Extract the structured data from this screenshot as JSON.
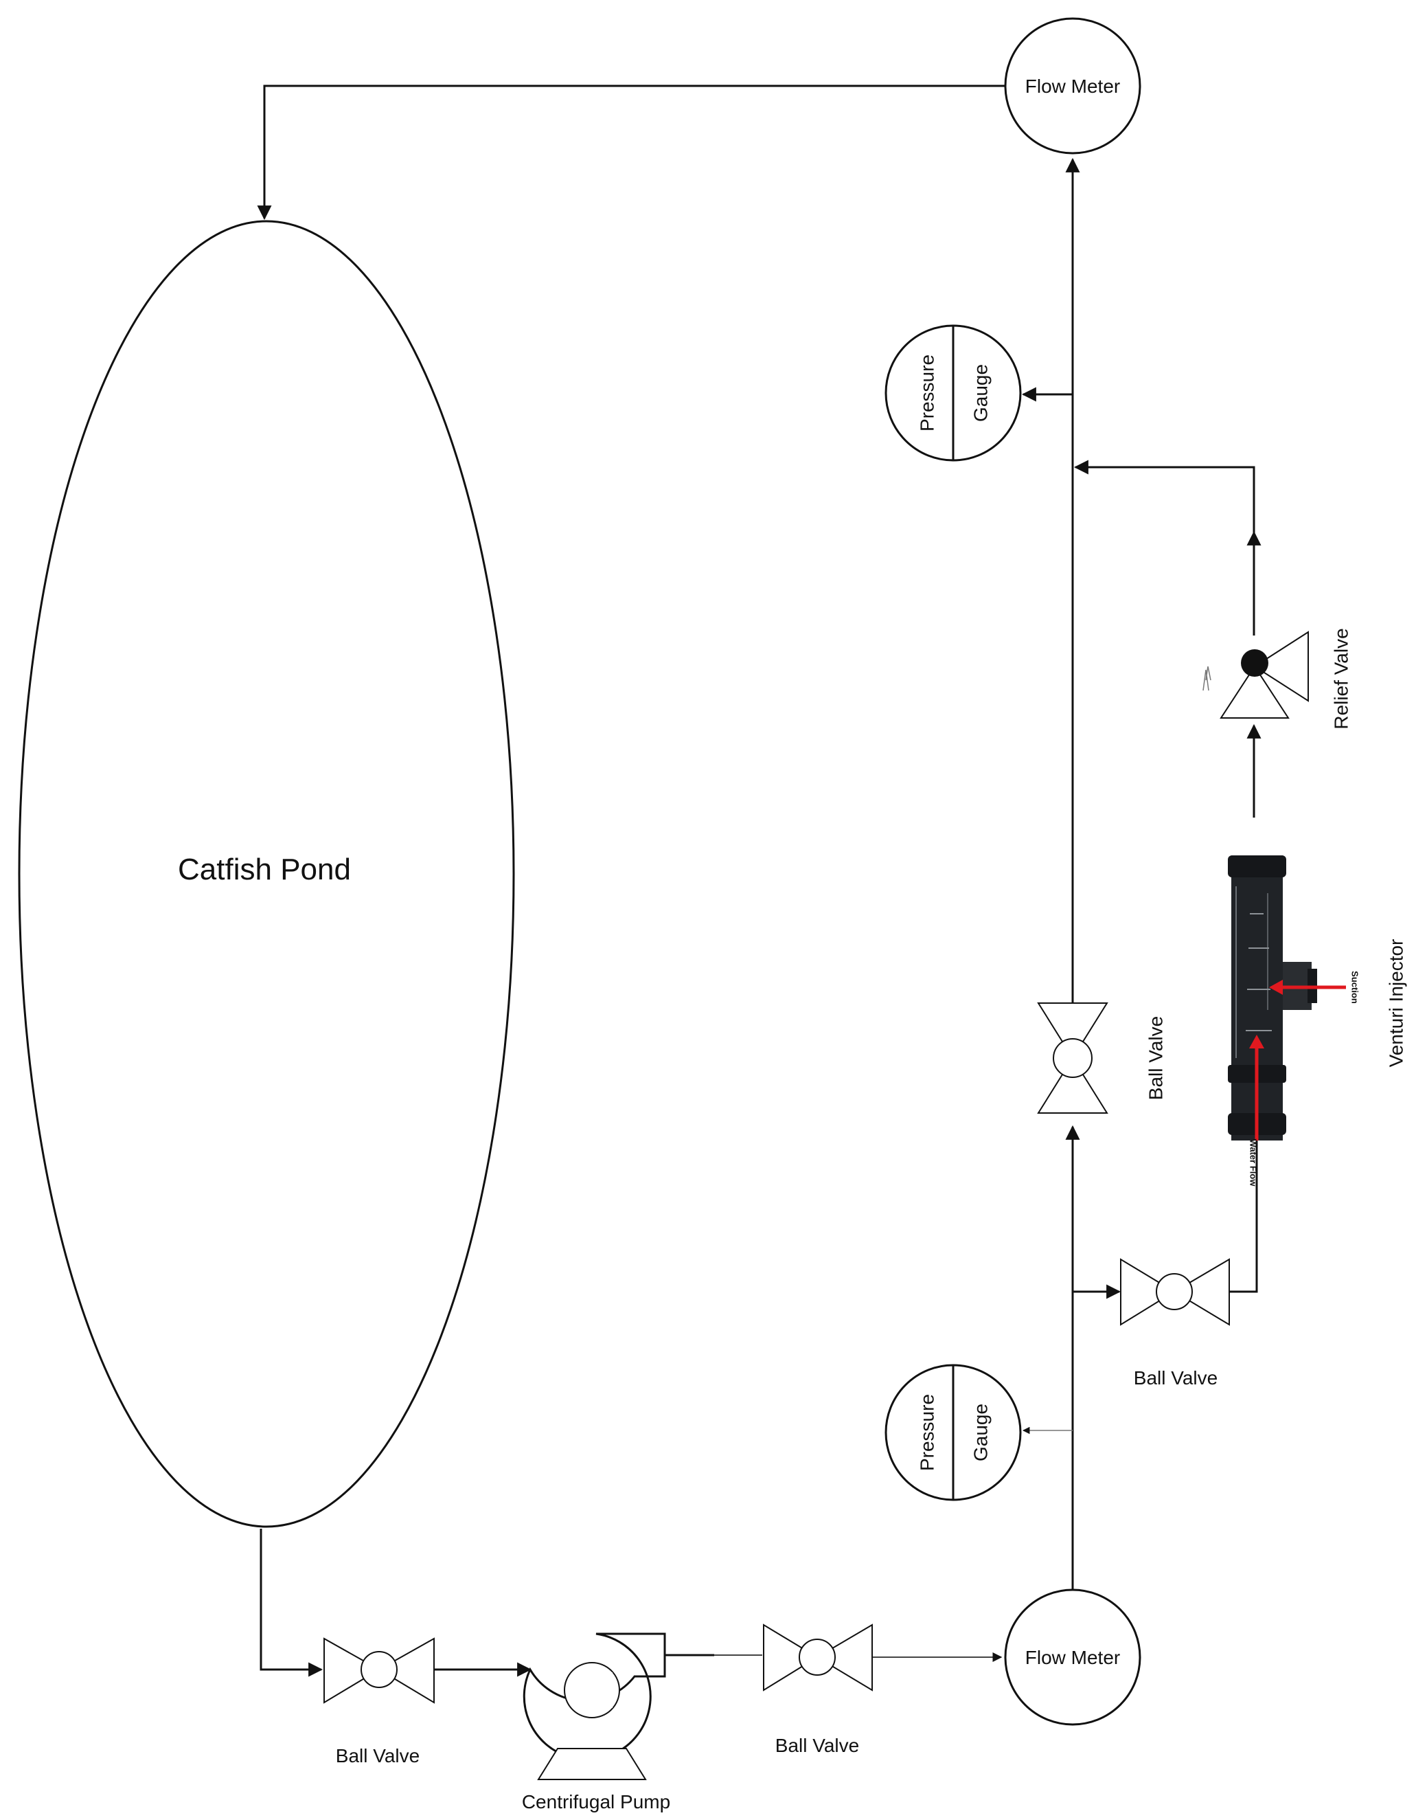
{
  "diagram": {
    "pond_label": "Catfish Pond",
    "flow_meter_top": "Flow Meter",
    "flow_meter_bottom": "Flow Meter",
    "pressure_gauge_top": {
      "line1": "Pressure",
      "line2": "Gauge"
    },
    "pressure_gauge_bottom": {
      "line1": "Pressure",
      "line2": "Gauge"
    },
    "relief_valve": "Relief Valve",
    "venturi_injector": "Venturi Injector",
    "venturi_suction": "Suction",
    "venturi_water_flow": "Water Flow",
    "ball_valve_vertical": "Ball Valve",
    "ball_valve_branch": "Ball Valve",
    "ball_valve_pond_outlet": "Ball Valve",
    "ball_valve_after_pump": "Ball Valve",
    "centrifugal_pump": "Centrifugal Pump"
  }
}
